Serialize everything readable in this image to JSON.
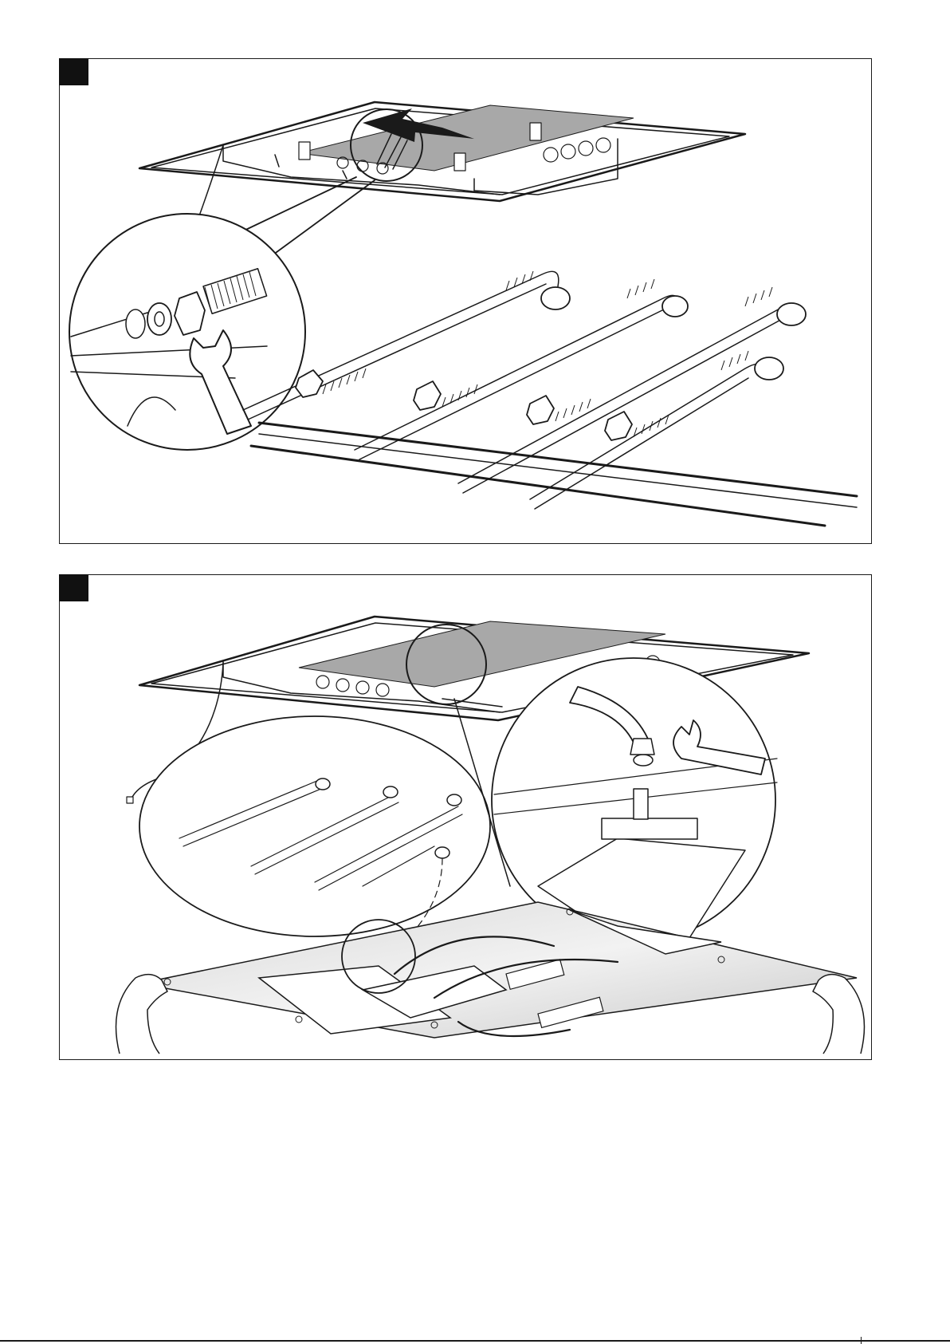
{
  "page": {
    "figures": [
      {
        "id": "figure-1",
        "step_marker": "",
        "elements": [
          "ceiling-box-frame",
          "arrow-icon",
          "detail-magnifier-circle",
          "wrench-icon",
          "flexible-hose-icon"
        ]
      },
      {
        "id": "figure-2",
        "step_marker": "",
        "elements": [
          "ceiling-box-frame",
          "hose-detail-ellipse",
          "connector-detail-circle",
          "wrench-icon",
          "control-panel-board",
          "hand-icon"
        ]
      }
    ]
  }
}
